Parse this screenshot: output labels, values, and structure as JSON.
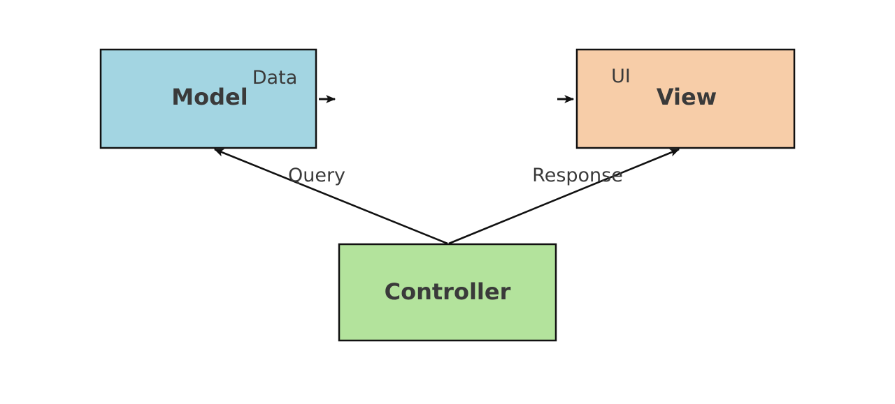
{
  "diagram": {
    "background": "#ffffff",
    "line_color": "#111111",
    "text_color": "#3a3a3a",
    "nodes": {
      "model": {
        "label": "Model",
        "fill": "#a3d5e2",
        "annotation": "Data"
      },
      "view": {
        "label": "View",
        "fill": "#f7cda8",
        "annotation": "UI"
      },
      "controller": {
        "label": "Controller",
        "fill": "#b3e39c"
      }
    },
    "edges": {
      "query": {
        "label": "Query",
        "from": "Controller",
        "to": "Model"
      },
      "response": {
        "label": "Response",
        "from": "Controller",
        "to": "View"
      }
    }
  }
}
